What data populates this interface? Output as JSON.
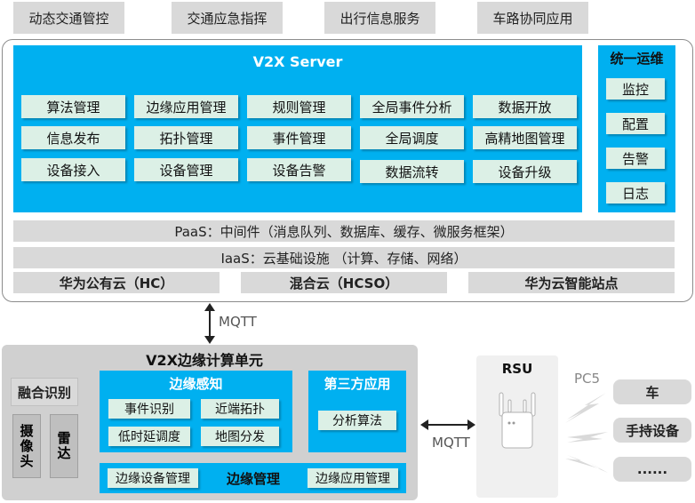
{
  "apps": [
    "动态交通管控",
    "交通应急指挥",
    "出行信息服务",
    "车路协同应用"
  ],
  "server": {
    "title": "V2X Server",
    "modules": [
      [
        "算法管理",
        "边缘应用管理",
        "规则管理",
        "全局事件分析",
        "数据开放"
      ],
      [
        "信息发布",
        "拓扑管理",
        "事件管理",
        "全局调度",
        "高精地图管理"
      ],
      [
        "设备接入",
        "设备管理",
        "设备告警",
        "数据流转",
        "设备升级"
      ]
    ]
  },
  "ops": {
    "title": "统一运维",
    "items": [
      "监控",
      "配置",
      "告警",
      "日志"
    ]
  },
  "paas": "PaaS：中间件（消息队列、数据库、缓存、微服务框架）",
  "iaas": "IaaS：云基础设施 （计算、存储、网络）",
  "clouds": [
    "华为公有云（HC）",
    "混合云（HCSO）",
    "华为云智能站点"
  ],
  "mqtt_top": "MQTT",
  "mqtt_mid": "MQTT",
  "edge": {
    "title": "V2X边缘计算单元",
    "fusion": "融合识别",
    "sensors": [
      "摄像头",
      "雷达"
    ],
    "perception": {
      "title": "边缘感知",
      "items": [
        "事件识别",
        "近端拓扑",
        "低时延调度",
        "地图分发"
      ]
    },
    "third_party": {
      "title": "第三方应用",
      "item": "分析算法"
    },
    "management": {
      "left": "边缘设备管理",
      "center": "边缘管理",
      "right": "边缘应用管理"
    }
  },
  "rsu": {
    "title": "RSU",
    "link": "PC5"
  },
  "terminals": [
    "车",
    "手持设备",
    "......"
  ],
  "colors": {
    "accent_blue": "#00b0f0",
    "cell_green": "#dcf0e6",
    "grey": "#d9d9d9"
  }
}
